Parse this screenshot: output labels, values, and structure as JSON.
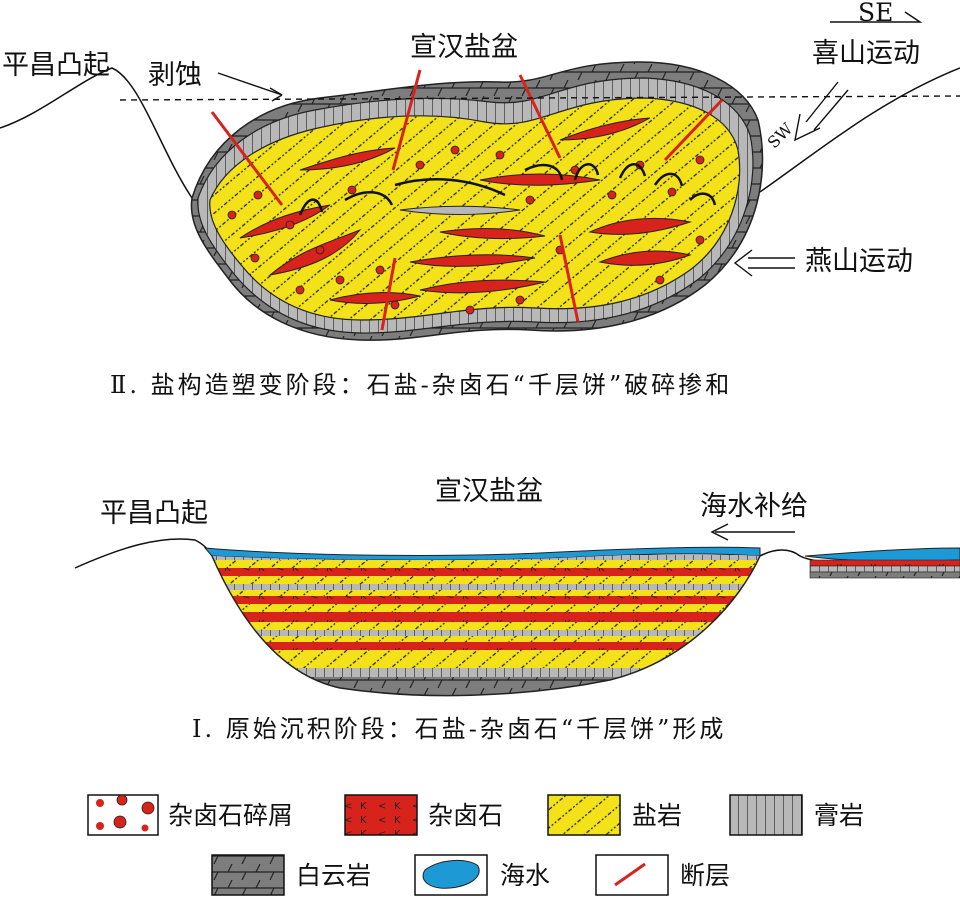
{
  "stage2": {
    "left_uplift": "平昌凸起",
    "basin": "宣汉盐盆",
    "erosion": "剥蚀",
    "se": "SE",
    "xishan": "喜山运动",
    "sw": "SW",
    "yanshan": "燕山运动",
    "caption": "Ⅱ. 盐构造塑变阶段：石盐-杂卤石“千层饼”破碎掺和"
  },
  "stage1": {
    "left_uplift": "平昌凸起",
    "basin": "宣汉盐盆",
    "seawater": "海水补给",
    "caption": "Ⅰ. 原始沉积阶段：石盐-杂卤石“千层饼”形成"
  },
  "legend": {
    "items": [
      {
        "label": "杂卤石碎屑"
      },
      {
        "label": "杂卤石"
      },
      {
        "label": "盐岩"
      },
      {
        "label": "膏岩"
      },
      {
        "label": "白云岩"
      },
      {
        "label": "海水"
      },
      {
        "label": "断层"
      }
    ]
  },
  "colors": {
    "halite": "#f3e21a",
    "polyhalite": "#d8231c",
    "gypsum": "#b8b8b8",
    "dolomite": "#7d7d7d",
    "seawater": "#1d9ad6",
    "fault": "#d8231c"
  }
}
